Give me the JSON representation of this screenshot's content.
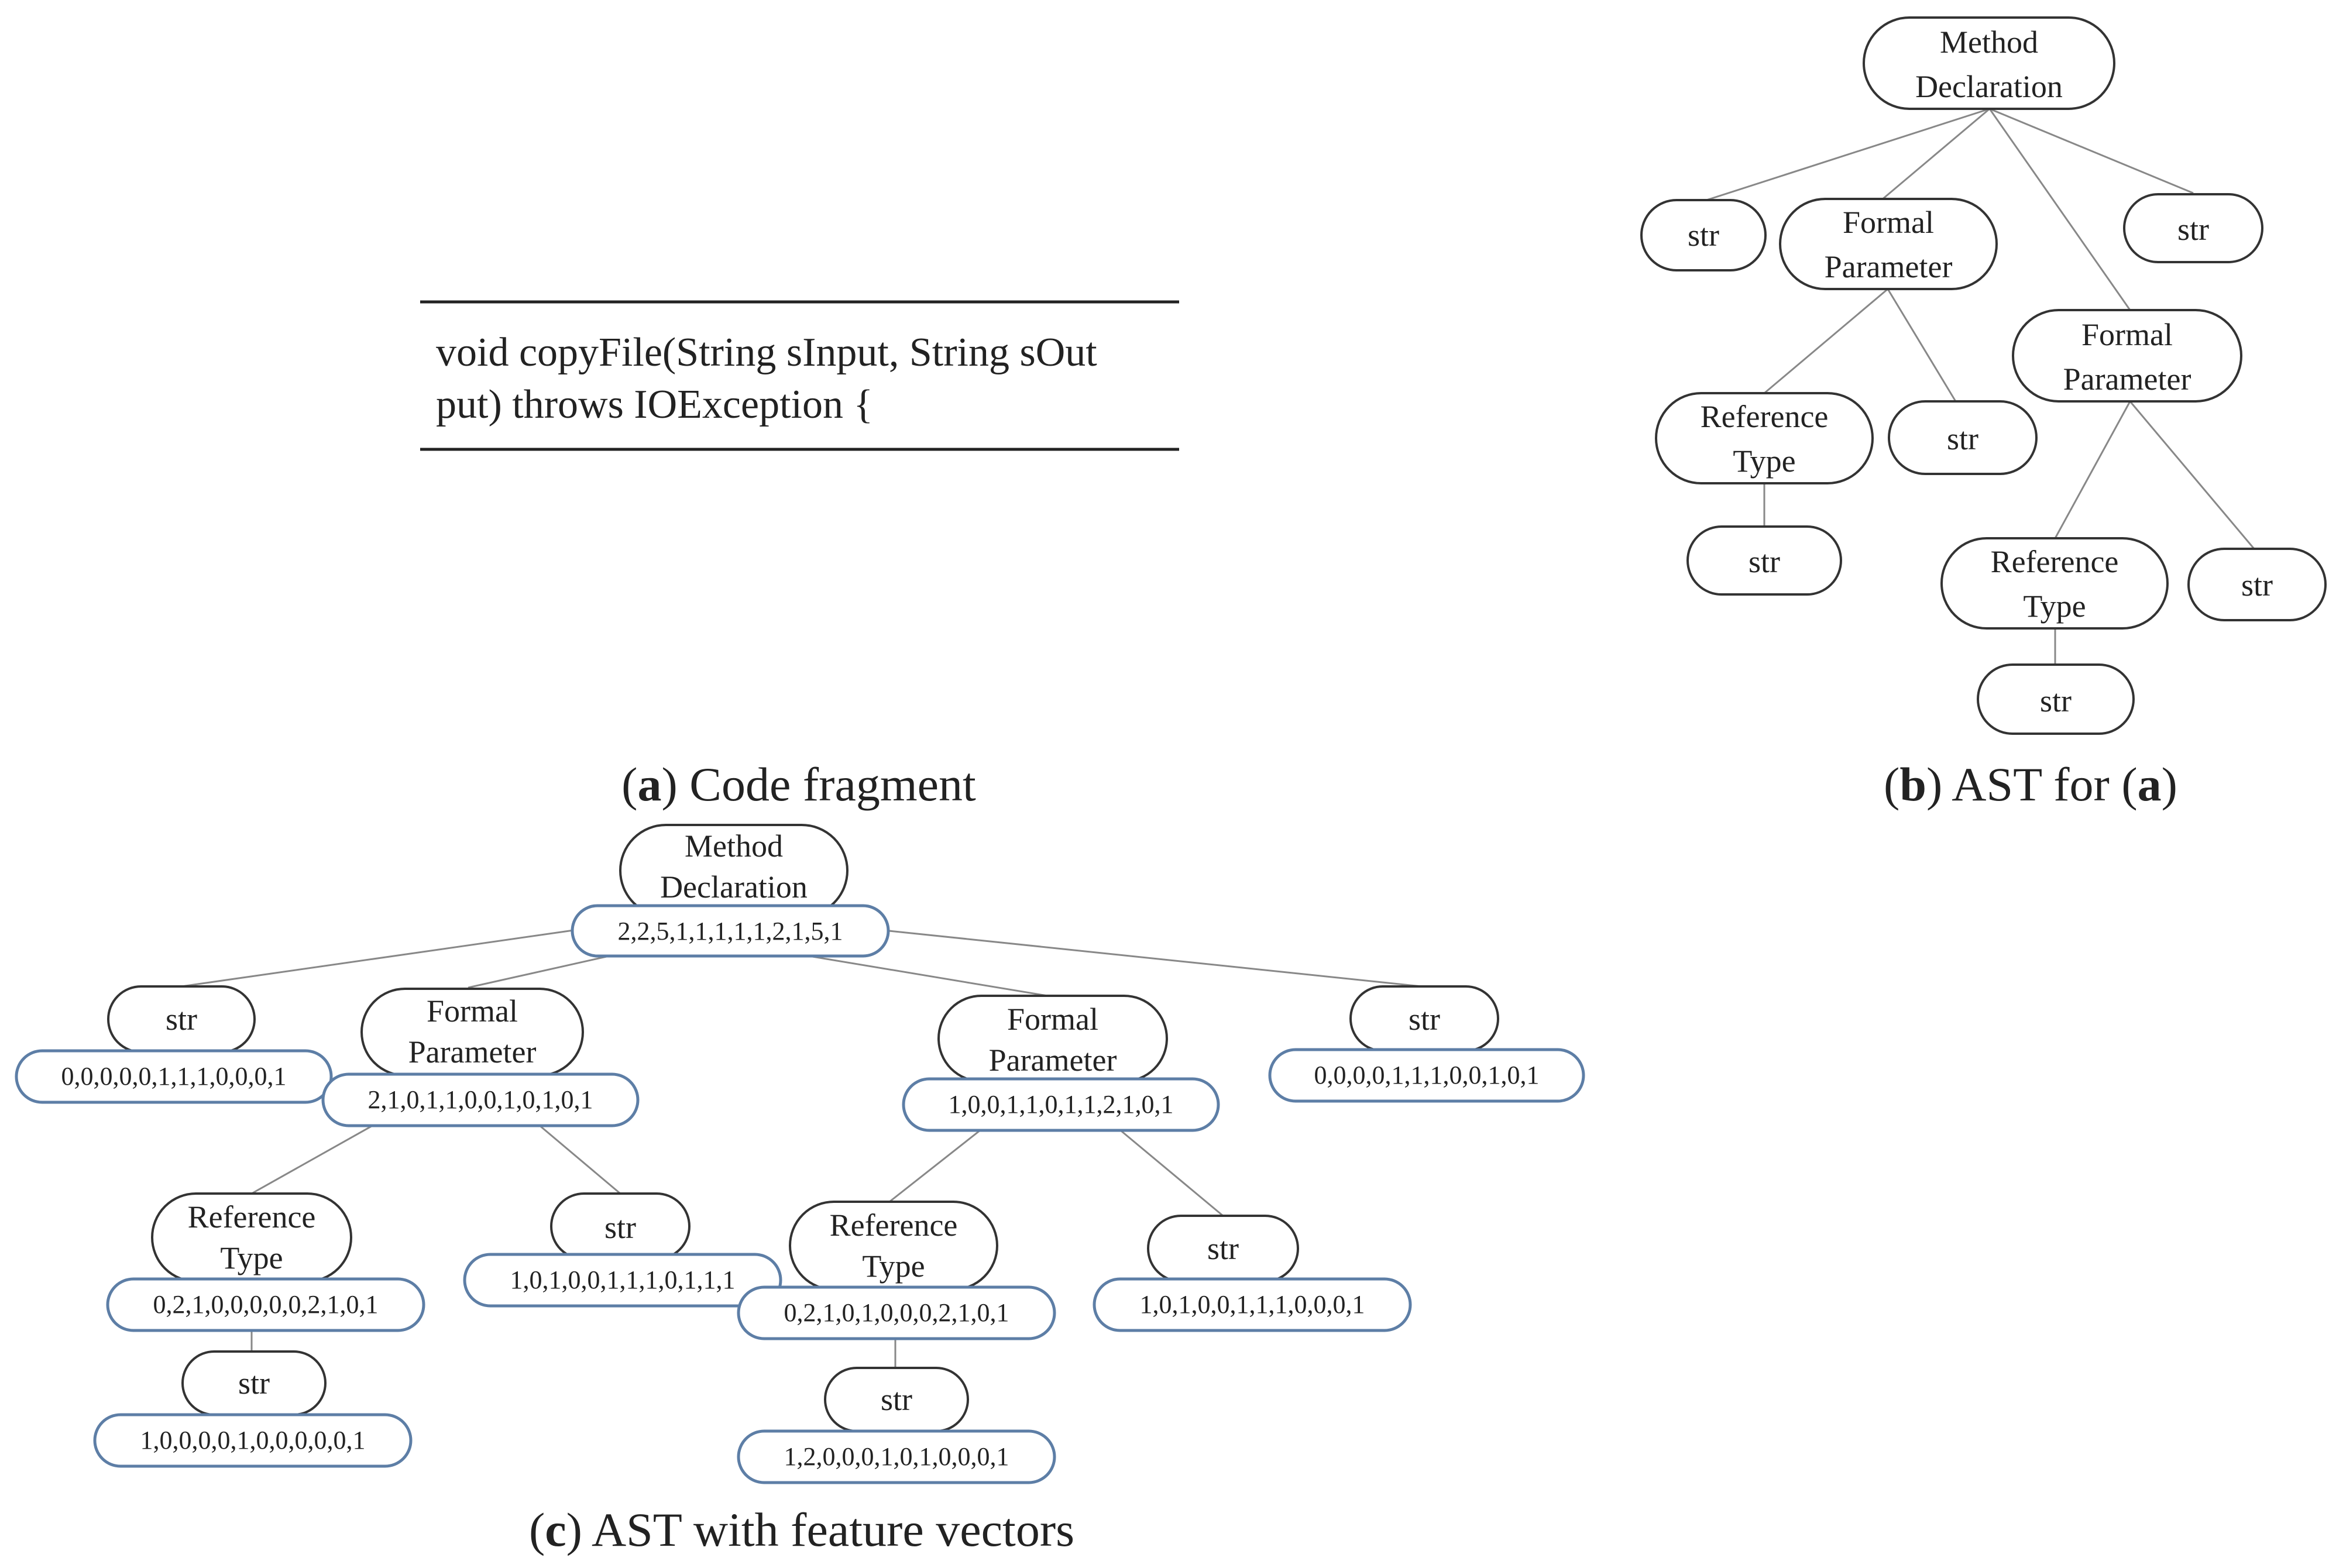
{
  "code_panel": {
    "line1": "void copyFile(String sInput, String sOut",
    "line2": "put)  throws IOException {",
    "caption_letter": "a",
    "caption_text": "Code fragment"
  },
  "ast_panel": {
    "caption_letter": "b",
    "caption_mid": "AST for",
    "caption_ref": "a"
  },
  "vector_panel": {
    "caption_letter": "c",
    "caption_text": "AST with feature vectors"
  },
  "labels": {
    "method_l1": "Method",
    "method_l2": "Declaration",
    "formal_l1": "Formal",
    "formal_l2": "Parameter",
    "ref_l1": "Reference",
    "ref_l2": "Type",
    "str": "str"
  },
  "vectors": {
    "root": "2,2,5,1,1,1,1,1,2,1,5,1",
    "str_left": "0,0,0,0,0,1,1,1,0,0,0,1",
    "fp_left": "2,1,0,1,1,0,0,1,0,1,0,1",
    "fp_right": "1,0,0,1,1,0,1,1,2,1,0,1",
    "str_right": "0,0,0,0,1,1,1,0,0,1,0,1",
    "ref_left": "0,2,1,0,0,0,0,0,2,1,0,1",
    "str_mid_left": "1,0,1,0,0,1,1,1,0,1,1,1",
    "ref_right": "0,2,1,0,1,0,0,0,2,1,0,1",
    "str_mid_right": "1,0,1,0,0,1,1,1,0,0,0,1",
    "str_bottom_left": "1,0,0,0,0,1,0,0,0,0,0,1",
    "str_bottom_right": "1,2,0,0,0,1,0,1,0,0,0,1"
  }
}
